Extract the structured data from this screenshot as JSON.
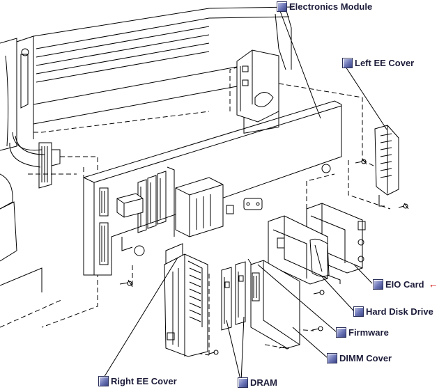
{
  "callouts": {
    "electronics_module": "Electronics Module",
    "left_ee_cover": "Left EE Cover",
    "eio_card": "EIO Card",
    "hard_disk_drive": "Hard Disk Drive",
    "firmware": "Firmware",
    "dimm_cover": "DIMM Cover",
    "right_ee_cover": "Right EE Cover",
    "dram": "DRAM"
  },
  "colors": {
    "callout_box": "#6d77b8",
    "label_text": "#1c1c3a",
    "arrow": "#cc0000"
  },
  "icons": {
    "callout_marker": "square-bullet-icon",
    "pointer": "left-arrow-icon"
  }
}
